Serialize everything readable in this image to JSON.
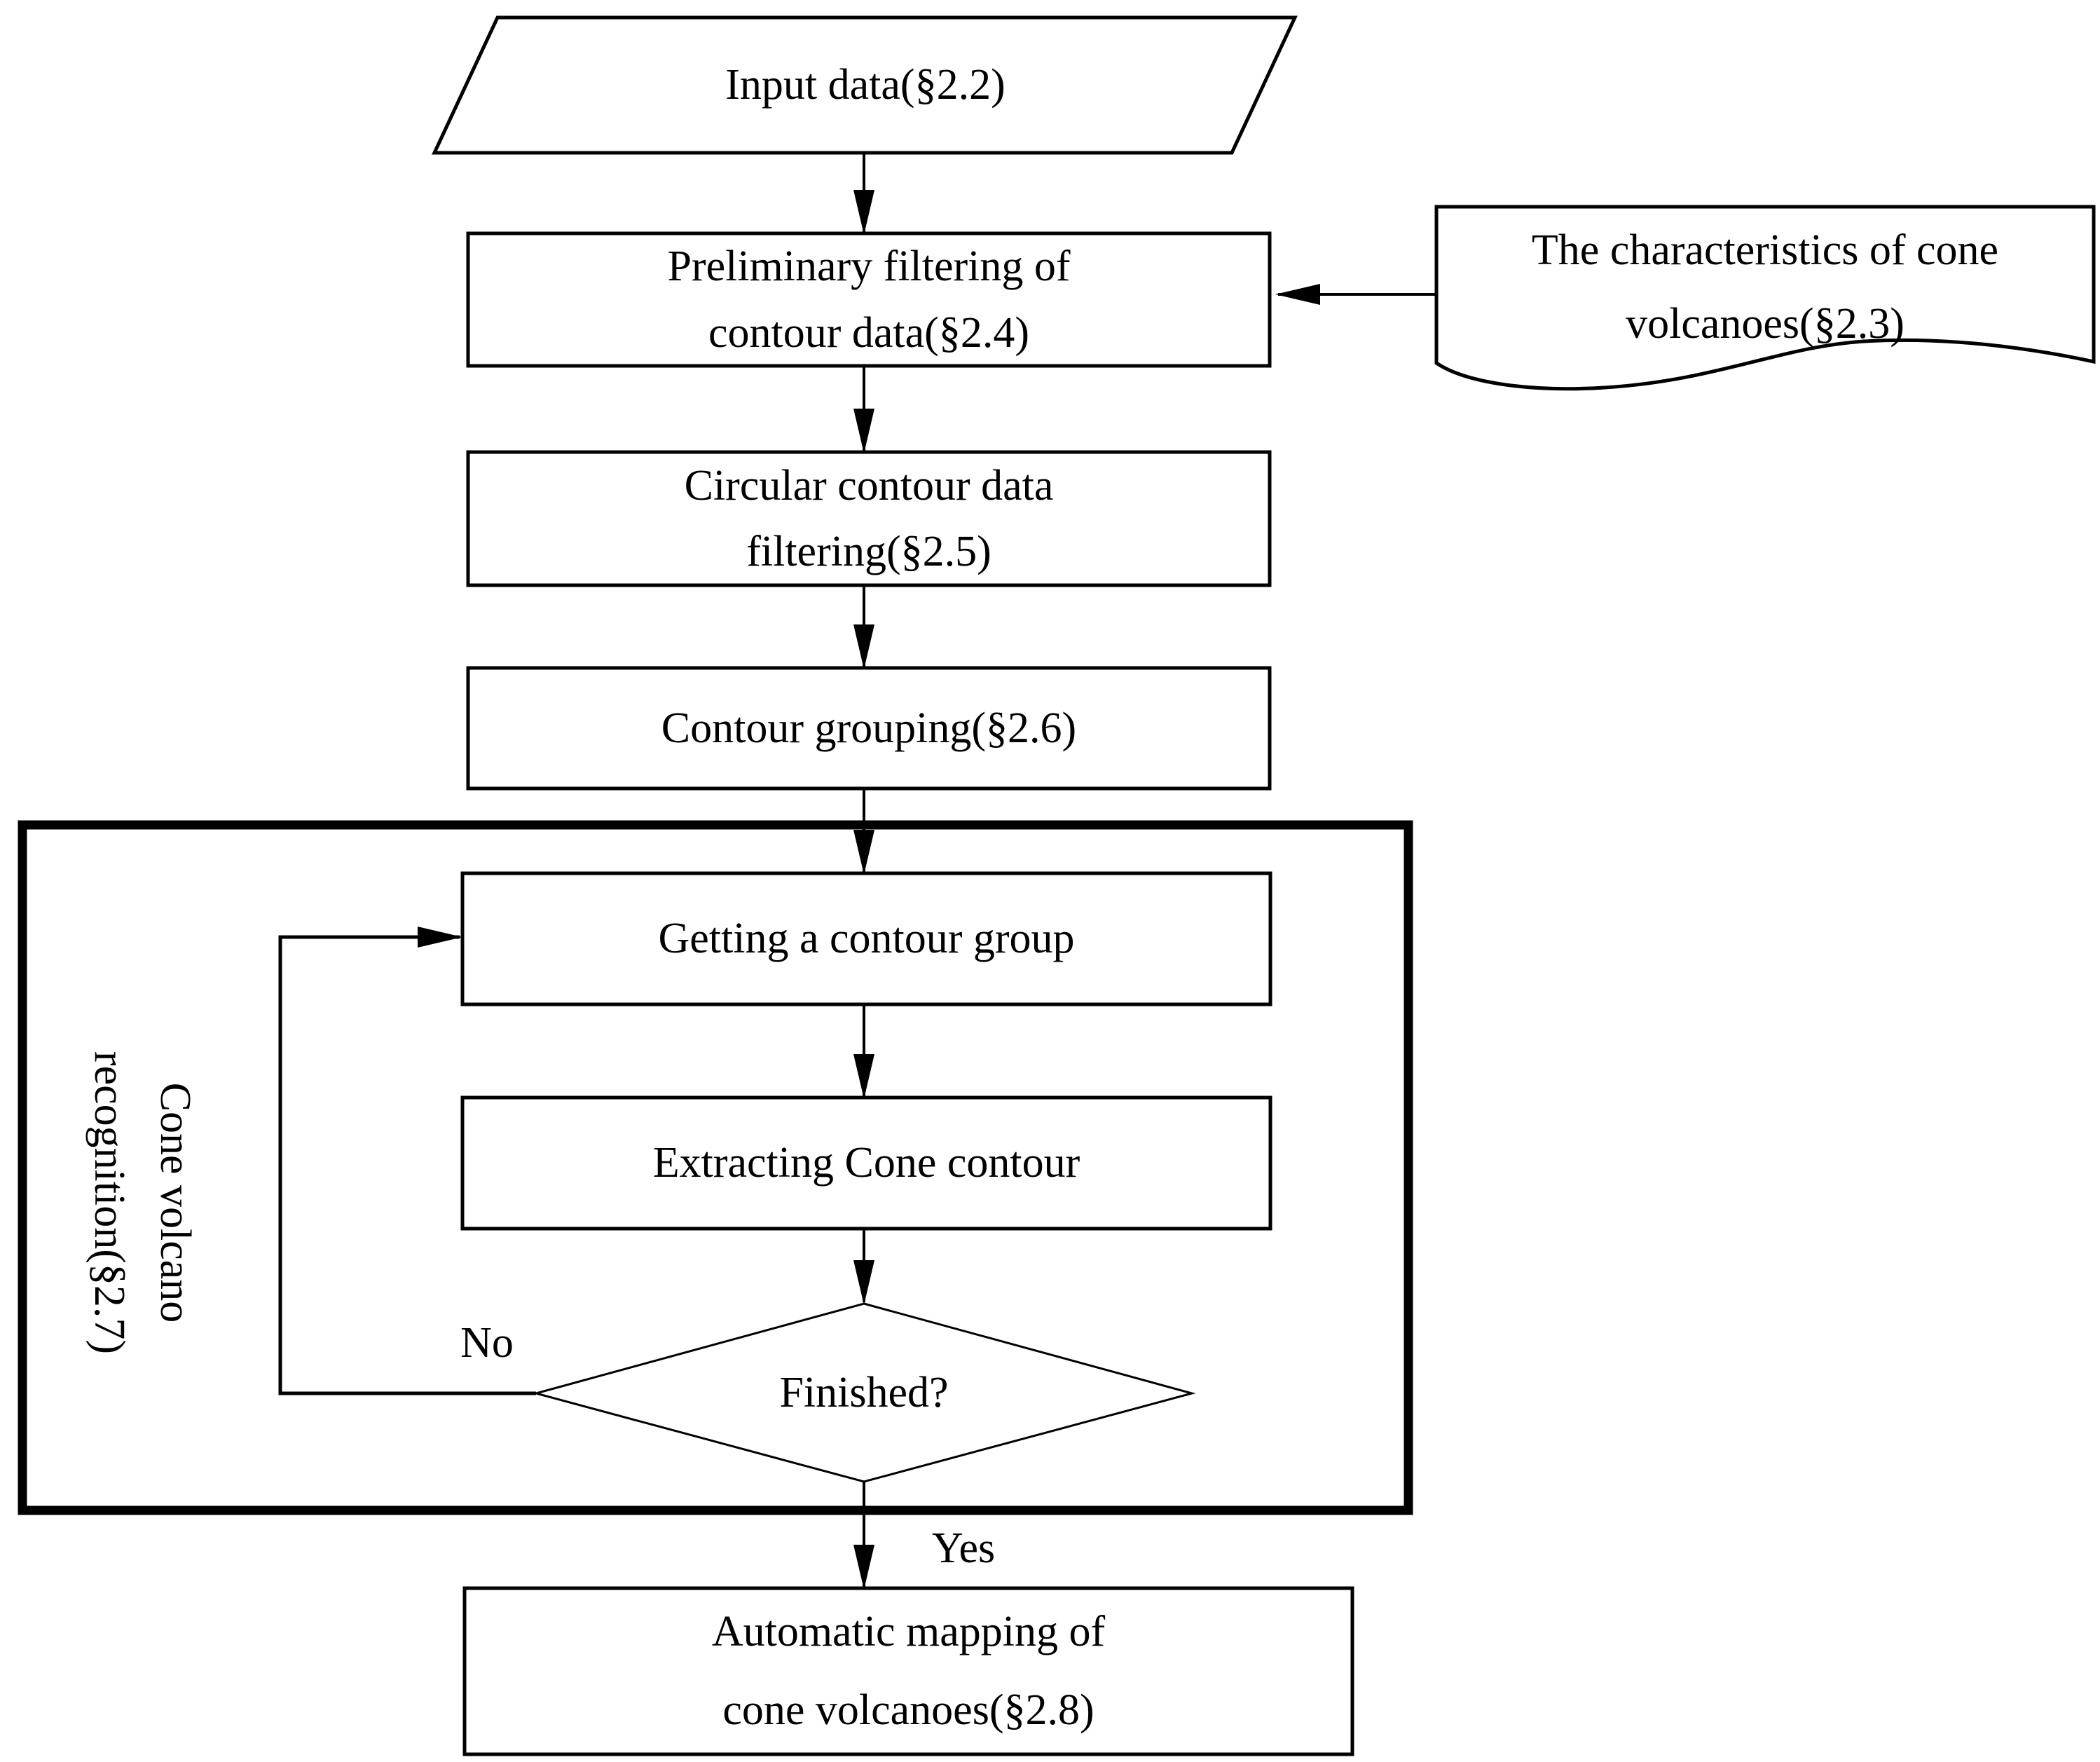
{
  "diagram": {
    "type": "flowchart",
    "colors": {
      "background": "#ffffff",
      "stroke": "#000000",
      "text": "#000000"
    },
    "nodes": {
      "input": {
        "shape": "parallelogram",
        "label": "Input data(§2.2)"
      },
      "preliminary": {
        "shape": "rect",
        "label": "Preliminary filtering of\ncontour data(§2.4)"
      },
      "characteristics": {
        "shape": "document",
        "label": "The characteristics of cone\nvolcanoes(§2.3)"
      },
      "circular": {
        "shape": "rect",
        "label": "Circular contour data\nfiltering(§2.5)"
      },
      "grouping": {
        "shape": "rect",
        "label": "Contour grouping(§2.6)"
      },
      "recognition": {
        "shape": "container",
        "label": "Cone volcano\nrecognition(§2.7)"
      },
      "getting": {
        "shape": "rect",
        "label": "Getting a contour group"
      },
      "extracting": {
        "shape": "rect",
        "label": "Extracting Cone contour"
      },
      "finished": {
        "shape": "diamond",
        "label": "Finished?"
      },
      "automatic": {
        "shape": "rect",
        "label": "Automatic mapping of\ncone volcanoes(§2.8)"
      }
    },
    "edges": [
      {
        "from": "input",
        "to": "preliminary",
        "label": ""
      },
      {
        "from": "characteristics",
        "to": "preliminary",
        "label": ""
      },
      {
        "from": "preliminary",
        "to": "circular",
        "label": ""
      },
      {
        "from": "circular",
        "to": "grouping",
        "label": ""
      },
      {
        "from": "grouping",
        "to": "getting",
        "label": ""
      },
      {
        "from": "getting",
        "to": "extracting",
        "label": ""
      },
      {
        "from": "extracting",
        "to": "finished",
        "label": ""
      },
      {
        "from": "finished",
        "to": "getting",
        "label": "No"
      },
      {
        "from": "finished",
        "to": "automatic",
        "label": "Yes"
      }
    ]
  }
}
